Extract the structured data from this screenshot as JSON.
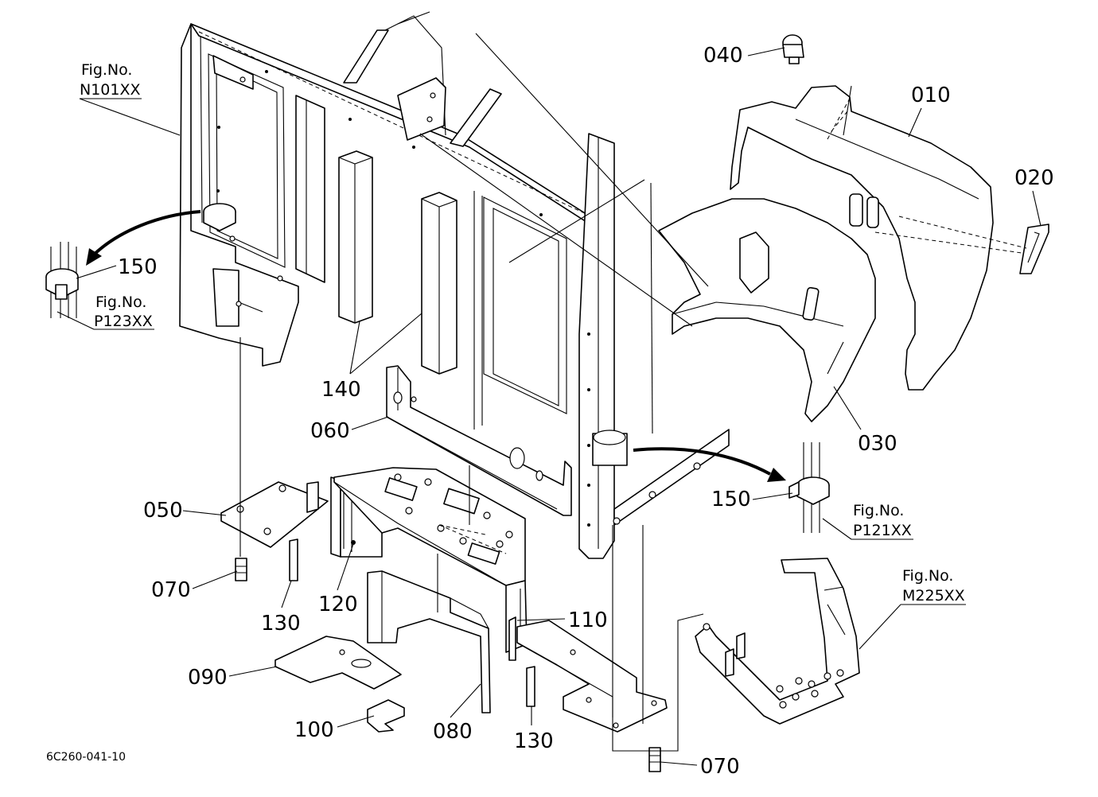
{
  "drawing_code": "6C260-041-10",
  "callouts": {
    "p010": "010",
    "p020": "020",
    "p030": "030",
    "p040": "040",
    "p050": "050",
    "p060": "060",
    "p070a": "070",
    "p070b": "070",
    "p080": "080",
    "p090": "090",
    "p100": "100",
    "p110": "110",
    "p120": "120",
    "p130a": "130",
    "p130b": "130",
    "p140": "140",
    "p150a": "150",
    "p150b": "150"
  },
  "figure_refs": {
    "n101": {
      "label": "Fig.No.",
      "code": "N101XX"
    },
    "p123": {
      "label": "Fig.No.",
      "code": "P123XX"
    },
    "p121": {
      "label": "Fig.No.",
      "code": "P121XX"
    },
    "m225": {
      "label": "Fig.No.",
      "code": "M225XX"
    }
  }
}
